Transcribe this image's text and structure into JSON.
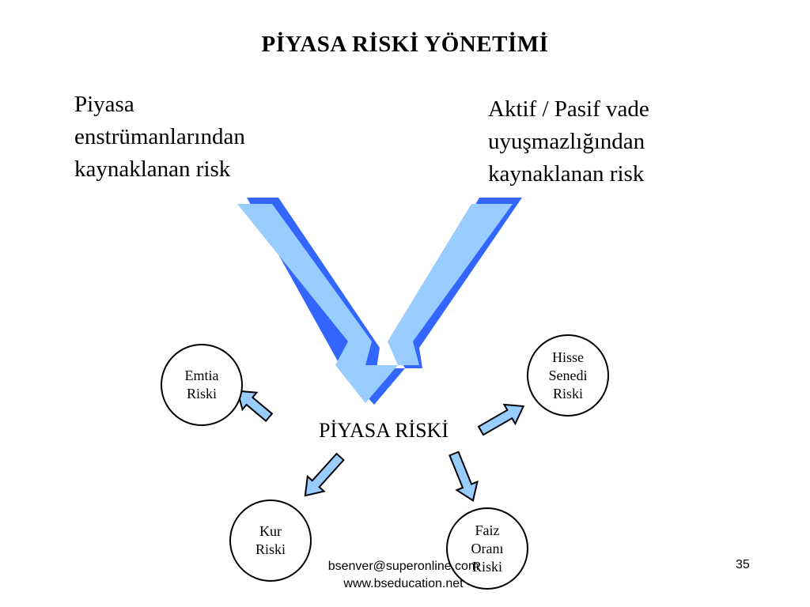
{
  "slide": {
    "title": "PİYASA RİSKİ YÖNETİMİ",
    "left_caption": [
      "Piyasa",
      "enstrümanlarından",
      "kaynaklanan risk"
    ],
    "right_caption": [
      "Aktif / Pasif vade",
      "uyuşmazlığından",
      "kaynaklanan risk"
    ],
    "center_label": "PİYASA RİSKİ",
    "nodes": {
      "emtia": [
        "Emtia",
        "Riski"
      ],
      "hisse": [
        "Hisse",
        "Senedi",
        "Riski"
      ],
      "kur": [
        "Kur",
        "Riski"
      ],
      "faiz": [
        "Faiz",
        "Oranı",
        "Riski"
      ]
    },
    "footer": [
      "bsenver@superonline.com",
      "www.bseducation.net"
    ],
    "page_number": "35"
  },
  "colors": {
    "arrow_light": "#99ccff",
    "arrow_dark": "#3366ff",
    "outline": "#000000"
  },
  "icons": [
    "v-merge-arrow-icon",
    "arrow-up-left-icon",
    "arrow-up-right-icon",
    "arrow-down-left-icon",
    "arrow-down-right-icon"
  ]
}
